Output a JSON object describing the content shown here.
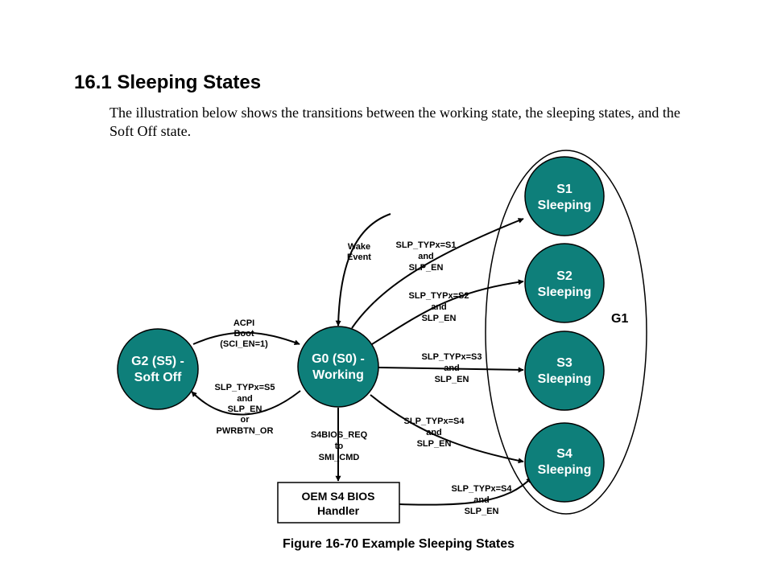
{
  "heading": "16.1 Sleeping States",
  "intro": "The illustration below shows the transitions between the working state, the sleeping states, and the Soft Off state.",
  "colors": {
    "node_fill": "#0E7F7A",
    "line": "#000000"
  },
  "group_label": "G1",
  "nodes": {
    "s1": {
      "line1": "S1",
      "line2": "Sleeping"
    },
    "s2": {
      "line1": "S2",
      "line2": "Sleeping"
    },
    "s3": {
      "line1": "S3",
      "line2": "Sleeping"
    },
    "s4": {
      "line1": "S4",
      "line2": "Sleeping"
    },
    "g0": {
      "line1": "G0 (S0) -",
      "line2": "Working"
    },
    "g2": {
      "line1": "G2 (S5) -",
      "line2": "Soft Off"
    }
  },
  "bios_box": {
    "line1": "OEM S4 BIOS",
    "line2": "Handler"
  },
  "edge_labels": {
    "wake": [
      "Wake",
      "Event"
    ],
    "to_s1": [
      "SLP_TYPx=S1",
      "and",
      "SLP_EN"
    ],
    "to_s2": [
      "SLP_TYPx=S2",
      "and",
      "SLP_EN"
    ],
    "to_s3": [
      "SLP_TYPx=S3",
      "and",
      "SLP_EN"
    ],
    "to_s4": [
      "SLP_TYPx=S4",
      "and",
      "SLP_EN"
    ],
    "bios_to_s4": [
      "SLP_TYPx=S4",
      "and",
      "SLP_EN"
    ],
    "acpi_boot": [
      "ACPI",
      "Boot",
      "(SCI_EN=1)"
    ],
    "to_g2": [
      "SLP_TYPx=S5",
      "and",
      "SLP_EN",
      "or",
      "PWRBTN_OR"
    ],
    "s4bios": [
      "S4BIOS_REQ",
      "to",
      "SMI_CMD"
    ]
  },
  "caption": "Figure 16-70 Example Sleeping States"
}
